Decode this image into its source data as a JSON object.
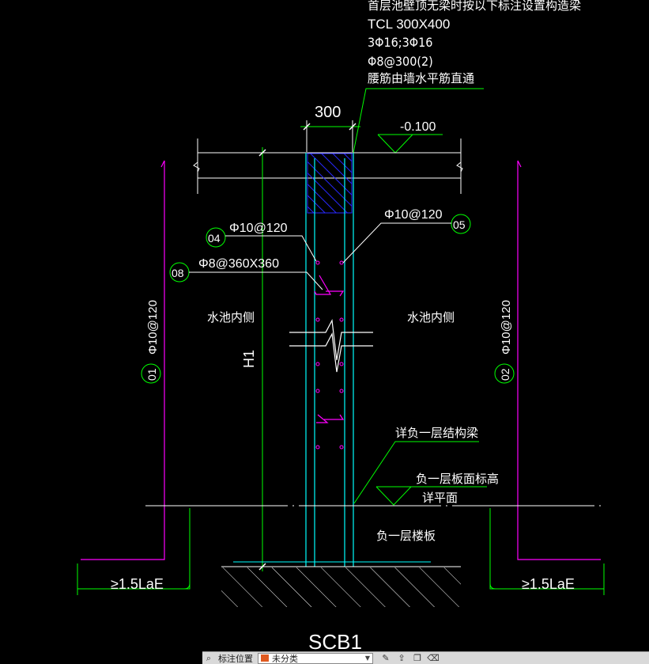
{
  "drawing": {
    "note_lines": [
      "首层池壁顶无梁时按以下标注设置构造梁",
      "TCL 300X400",
      "3Φ16;3Φ16",
      "Φ8@300(2)",
      "腰筋由墙水平筋直通"
    ],
    "dim_width": "300",
    "elev_top": "-0.100",
    "rebar_04_spec": "Φ10@120",
    "rebar_05_spec": "Φ10@120",
    "rebar_08_spec": "Φ8@360X360",
    "rebar_01_spec": "Φ10@120",
    "rebar_02_spec": "Φ10@120",
    "marker_01": "01",
    "marker_02": "02",
    "marker_04": "04",
    "marker_05": "05",
    "marker_08": "08",
    "pool_inside_left": "水池内侧",
    "pool_inside_right": "水池内侧",
    "height_label": "H1",
    "note_beam": "详负一层结构梁",
    "note_slab_elev": "负一层板面标高",
    "note_see_plan": "详平面",
    "slab_label": "负一层楼板",
    "anchor_left": "≥1.5LaE",
    "anchor_right": "≥1.5LaE",
    "section_title": "SCB1"
  },
  "colors": {
    "cyan": "#00ffff",
    "magenta": "#ff00ff",
    "green": "#00ff00",
    "white": "#ffffff",
    "hatch_blue": "#2828ff",
    "background": "#000000"
  },
  "statusbar": {
    "label": "标注位置",
    "layer_name": "未分类"
  }
}
